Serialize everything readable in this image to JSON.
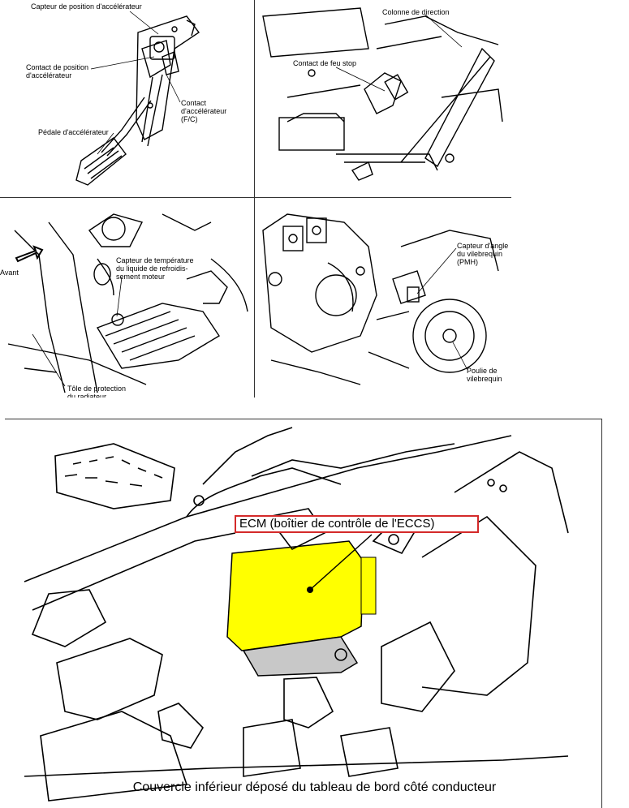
{
  "panel_tl": {
    "label_sensor": "Capteur de position d'accélérateur",
    "label_contact": "Contact de position\nd'accélérateur",
    "label_fc": "Contact\nd'accélérateur\n(F/C)",
    "label_pedal": "Pédale d'accélérateur"
  },
  "panel_tr": {
    "label_column": "Colonne de direction",
    "label_stop": "Contact de feu stop"
  },
  "panel_bl": {
    "label_front": "Avant",
    "label_temp": "Capteur de température\ndu liquide de refroidis-\nsement moteur",
    "label_sheet": "Tôle de protection\ndu radiateur"
  },
  "panel_br": {
    "label_crank_sensor": "Capteur d'angle\ndu vilebrequin\n(PMH)",
    "label_pulley": "Poulie de\nvilebrequin"
  },
  "panel_bottom": {
    "ecm_label": "ECM (boîtier de contrôle de l'ECCS)",
    "caption": "Couvercle inférieur déposé du tableau de bord côté conducteur",
    "highlight_color": "#ffff00",
    "bracket_color": "#c8c8c8",
    "box_border_color": "#d42a2a"
  }
}
